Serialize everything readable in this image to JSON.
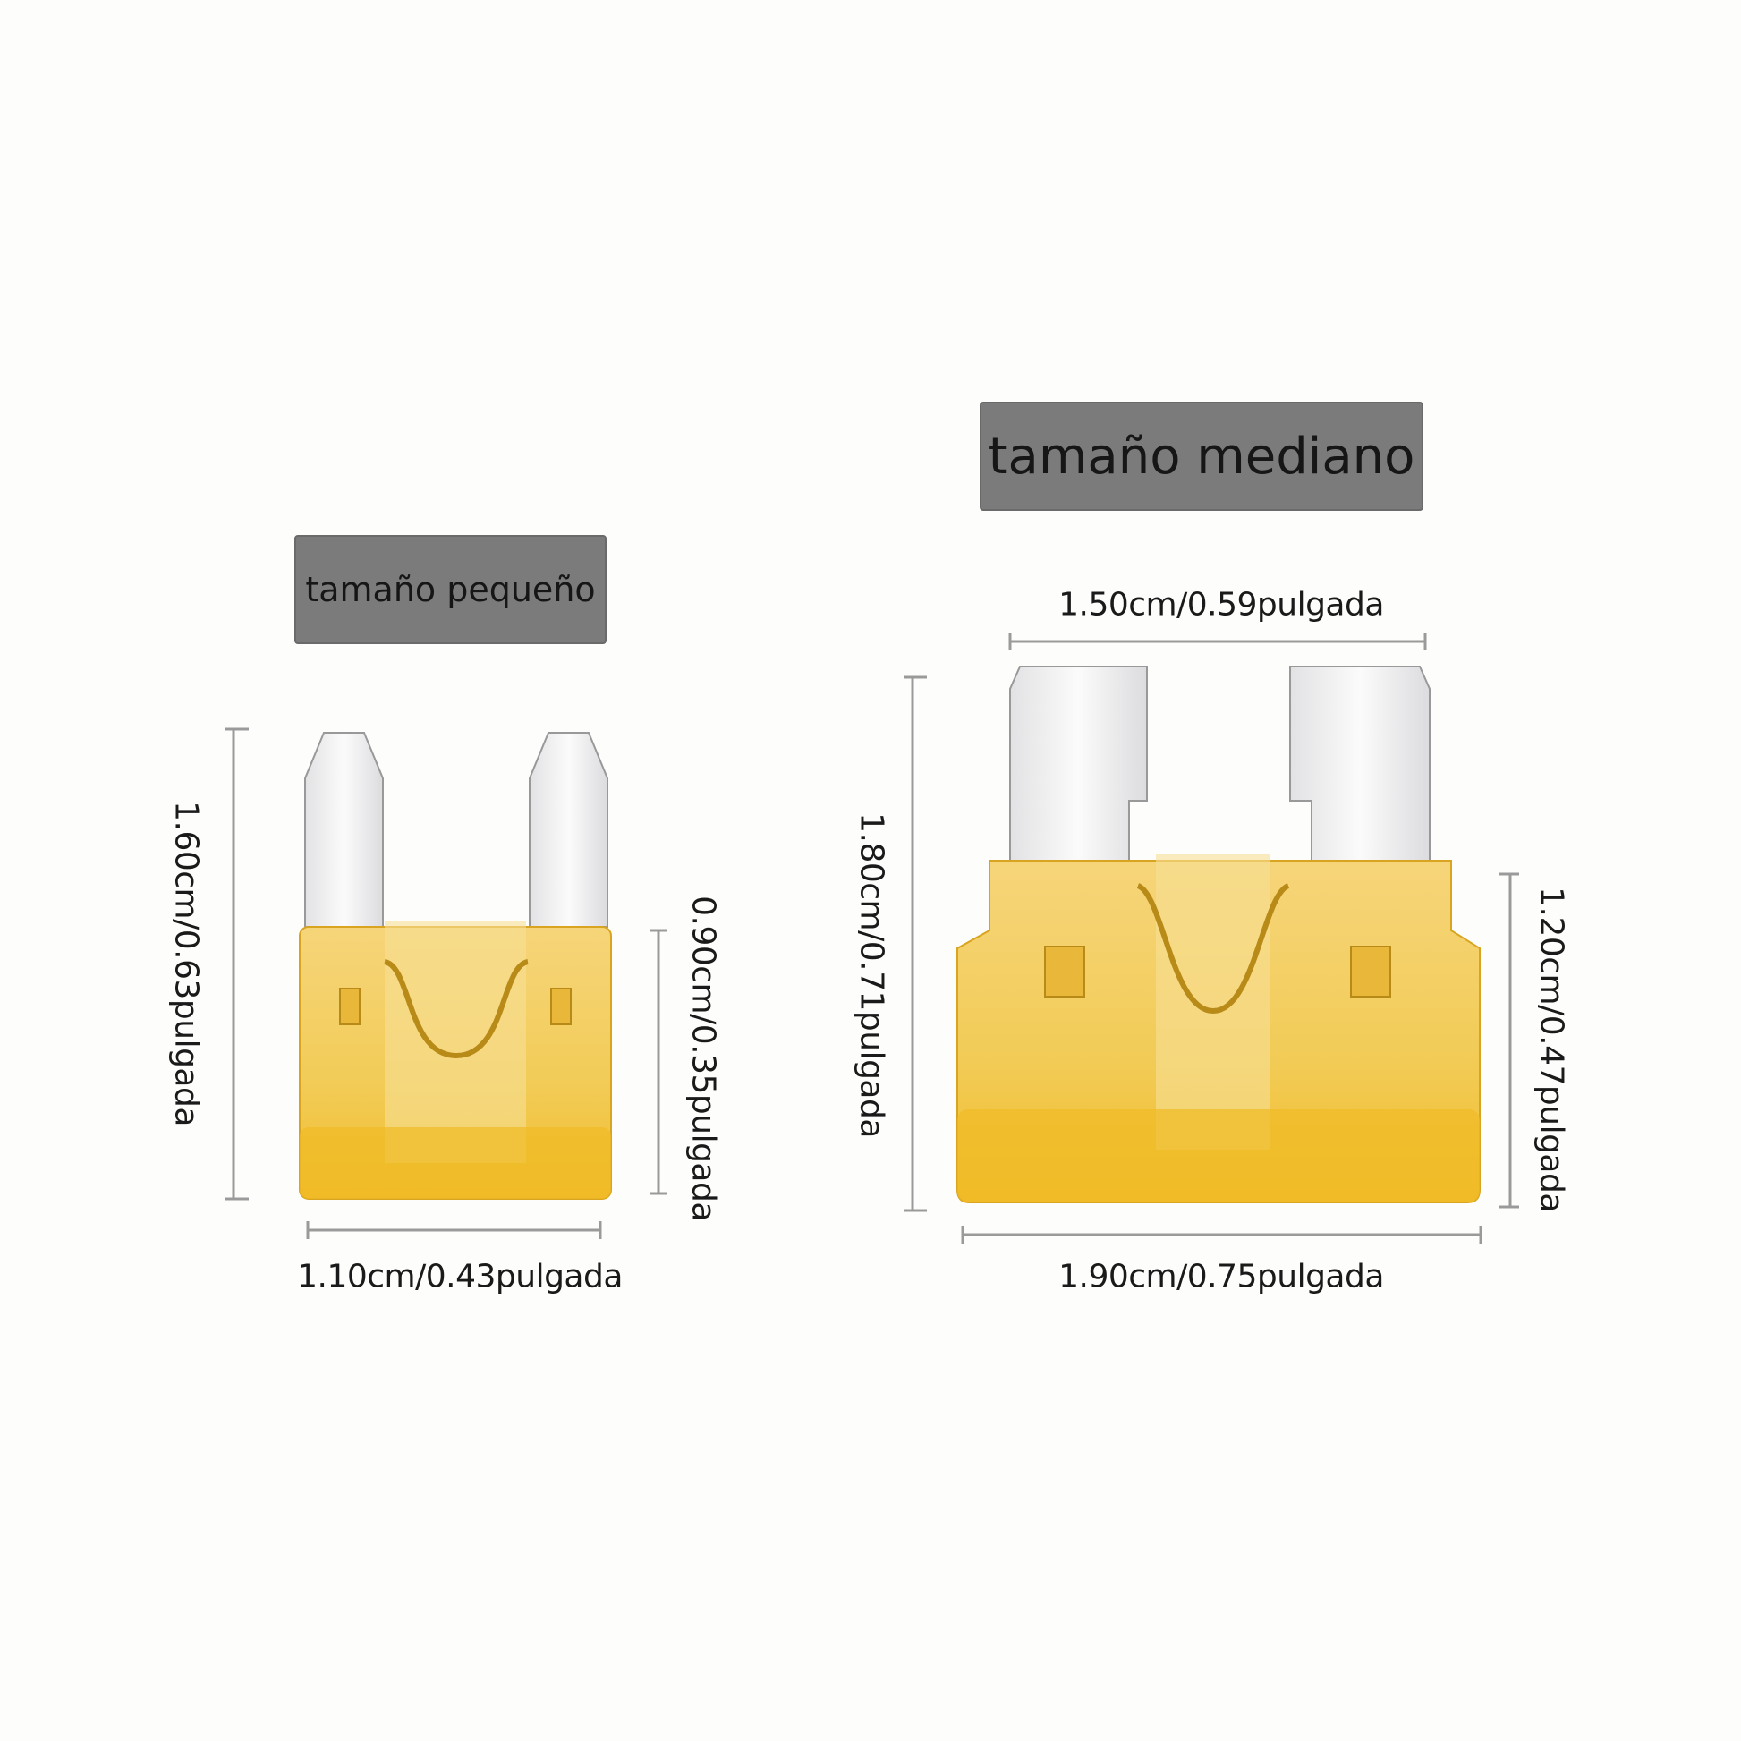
{
  "small": {
    "title": "tamaño pequeño",
    "height_label": "1.60cm/0.63pulgada",
    "body_height_label": "0.90cm/0.35pulgada",
    "width_label": "1.10cm/0.43pulgada"
  },
  "medium": {
    "title": "tamaño mediano",
    "blade_width_label": "1.50cm/0.59pulgada",
    "height_label": "1.80cm/0.71pulgada",
    "body_height_label": "1.20cm/0.47pulgada",
    "width_label": "1.90cm/0.75pulgada"
  },
  "colors": {
    "fuse_body": "#f3c233",
    "blade": "#eeeeee",
    "tag": "#7b7b7b"
  }
}
